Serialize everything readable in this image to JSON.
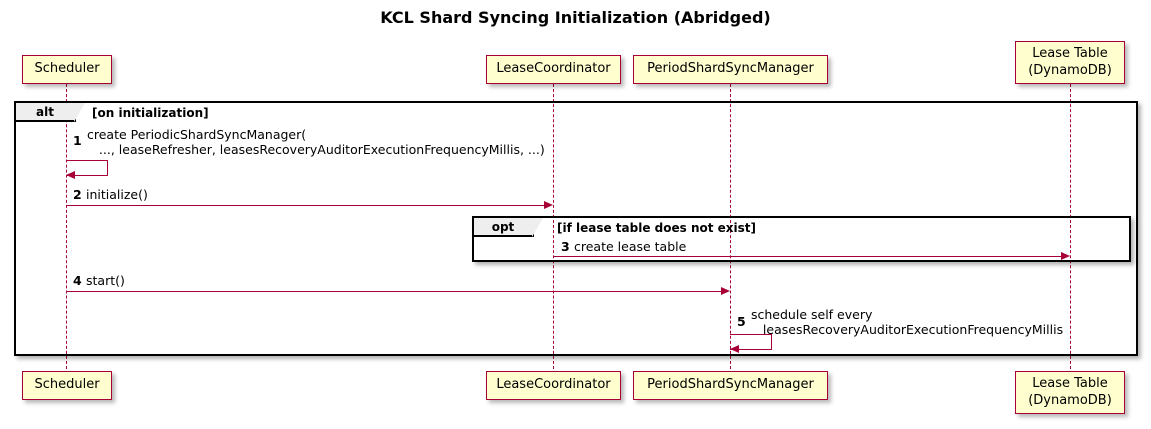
{
  "diagram": {
    "title": "KCL Shard Syncing Initialization (Abridged)",
    "type": "sequence-diagram"
  },
  "participants": [
    {
      "id": "scheduler",
      "label": "Scheduler"
    },
    {
      "id": "leasecoord",
      "label": "LeaseCoordinator"
    },
    {
      "id": "pssm",
      "label": "PeriodShardSyncManager"
    },
    {
      "id": "leasetable",
      "label": "Lease Table\n(DynamoDB)"
    }
  ],
  "fragments": [
    {
      "id": "alt-frame",
      "operator": "alt",
      "condition": "[on initialization]"
    },
    {
      "id": "opt-frame",
      "operator": "opt",
      "condition": "[if lease table does not exist]"
    }
  ],
  "messages": [
    {
      "number": "1",
      "from": "scheduler",
      "to": "scheduler",
      "kind": "self",
      "text_line1": "create PeriodicShardSyncManager(",
      "text_line2": "   ..., leaseRefresher, leasesRecoveryAuditorExecutionFrequencyMillis, ...)"
    },
    {
      "number": "2",
      "from": "scheduler",
      "to": "leasecoord",
      "kind": "call",
      "text_line1": "initialize()",
      "text_line2": ""
    },
    {
      "number": "3",
      "from": "leasecoord",
      "to": "leasetable",
      "kind": "call",
      "text_line1": "create lease table",
      "text_line2": ""
    },
    {
      "number": "4",
      "from": "scheduler",
      "to": "pssm",
      "kind": "call",
      "text_line1": "start()",
      "text_line2": ""
    },
    {
      "number": "5",
      "from": "pssm",
      "to": "pssm",
      "kind": "self",
      "text_line1": "schedule self every",
      "text_line2": "   leasesRecoveryAuditorExecutionFrequencyMillis"
    }
  ],
  "colors": {
    "participant_fill": "#FEFECE",
    "participant_border": "#A80036",
    "arrow": "#A80036",
    "frame_border": "#000000",
    "frame_label_fill": "#EEEEEE",
    "background": "#FFFFFF"
  }
}
